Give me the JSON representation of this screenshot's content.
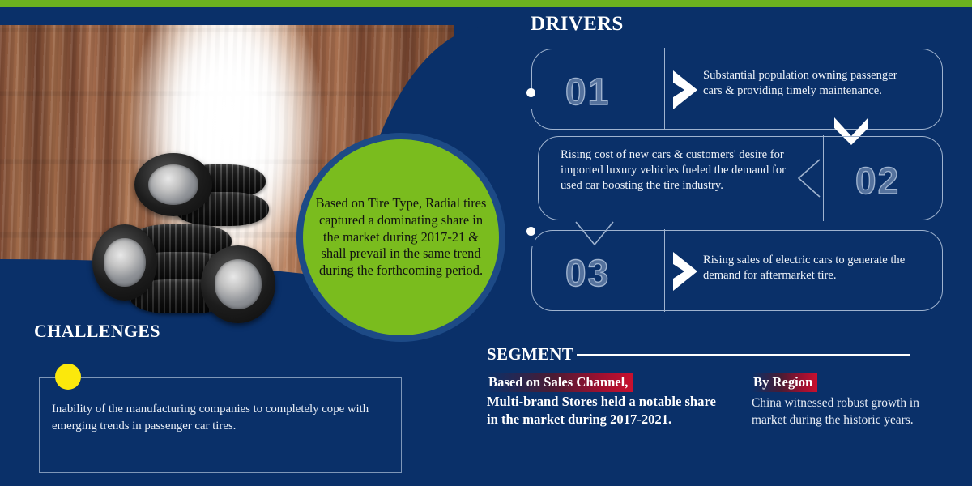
{
  "colors": {
    "navy": "#0a3069",
    "green_bar": "#6cb21f",
    "circle_green": "#7abc1e",
    "yellow_dot": "#fbe80c",
    "accent_red": "#c8102e",
    "outline_blue": "#9fb3cf"
  },
  "highlight_circle": {
    "text": "Based on Tire Type, Radial tires captured a dominating share in the market during 2017-21 & shall prevail in the same trend during the forthcoming period."
  },
  "drivers": {
    "heading": "DRIVERS",
    "items": [
      {
        "number": "01",
        "text": "Substantial population owning passenger cars & providing timely maintenance."
      },
      {
        "number": "02",
        "text": "Rising cost of new cars & customers' desire for imported luxury vehicles fueled the demand for used car boosting the tire industry."
      },
      {
        "number": "03",
        "text": "Rising sales of electric cars to generate the demand for aftermarket tire."
      }
    ]
  },
  "challenges": {
    "heading": "CHALLENGES",
    "text": "Inability of the manufacturing companies to completely cope with emerging trends in passenger car tires."
  },
  "segment": {
    "heading": "SEGMENT",
    "columns": [
      {
        "highlight": "Based on Sales Channel,",
        "body": "Multi-brand Stores held a notable share in the market during 2017-2021."
      },
      {
        "highlight": "By Region",
        "body": "China witnessed robust growth in market during the historic years."
      }
    ]
  }
}
